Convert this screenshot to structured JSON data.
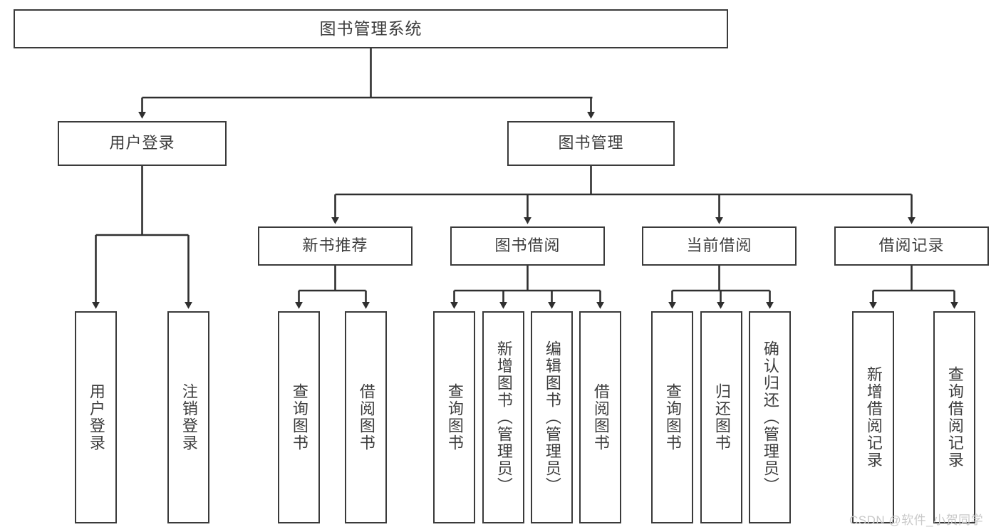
{
  "diagram": {
    "type": "tree",
    "title": "图书管理系统",
    "root": {
      "label": "图书管理系统"
    },
    "level2": [
      {
        "label": "用户登录"
      },
      {
        "label": "图书管理"
      }
    ],
    "level3": [
      {
        "label": "新书推荐"
      },
      {
        "label": "图书借阅"
      },
      {
        "label": "当前借阅"
      },
      {
        "label": "借阅记录"
      }
    ],
    "leaves": {
      "user_login": [
        {
          "label": "用户登录"
        },
        {
          "label": "注销登录"
        }
      ],
      "new_book_recommend": [
        {
          "label": "查询图书"
        },
        {
          "label": "借阅图书"
        }
      ],
      "book_borrow": [
        {
          "label": "查询图书"
        },
        {
          "label": "新增图书（管理员）"
        },
        {
          "label": "编辑图书（管理员）"
        },
        {
          "label": "借阅图书"
        }
      ],
      "current_borrow": [
        {
          "label": "查询图书"
        },
        {
          "label": "归还图书"
        },
        {
          "label": "确认归还（管理员）"
        }
      ],
      "borrow_record": [
        {
          "label": "新增借阅记录"
        },
        {
          "label": "查询借阅记录"
        }
      ]
    }
  },
  "watermark": {
    "text": "CSDN @软件_小贺同学"
  },
  "colors": {
    "border": "#3a3a3a",
    "text": "#3d3d3d",
    "background": "#ffffff",
    "watermark": "#c9c9c9"
  }
}
